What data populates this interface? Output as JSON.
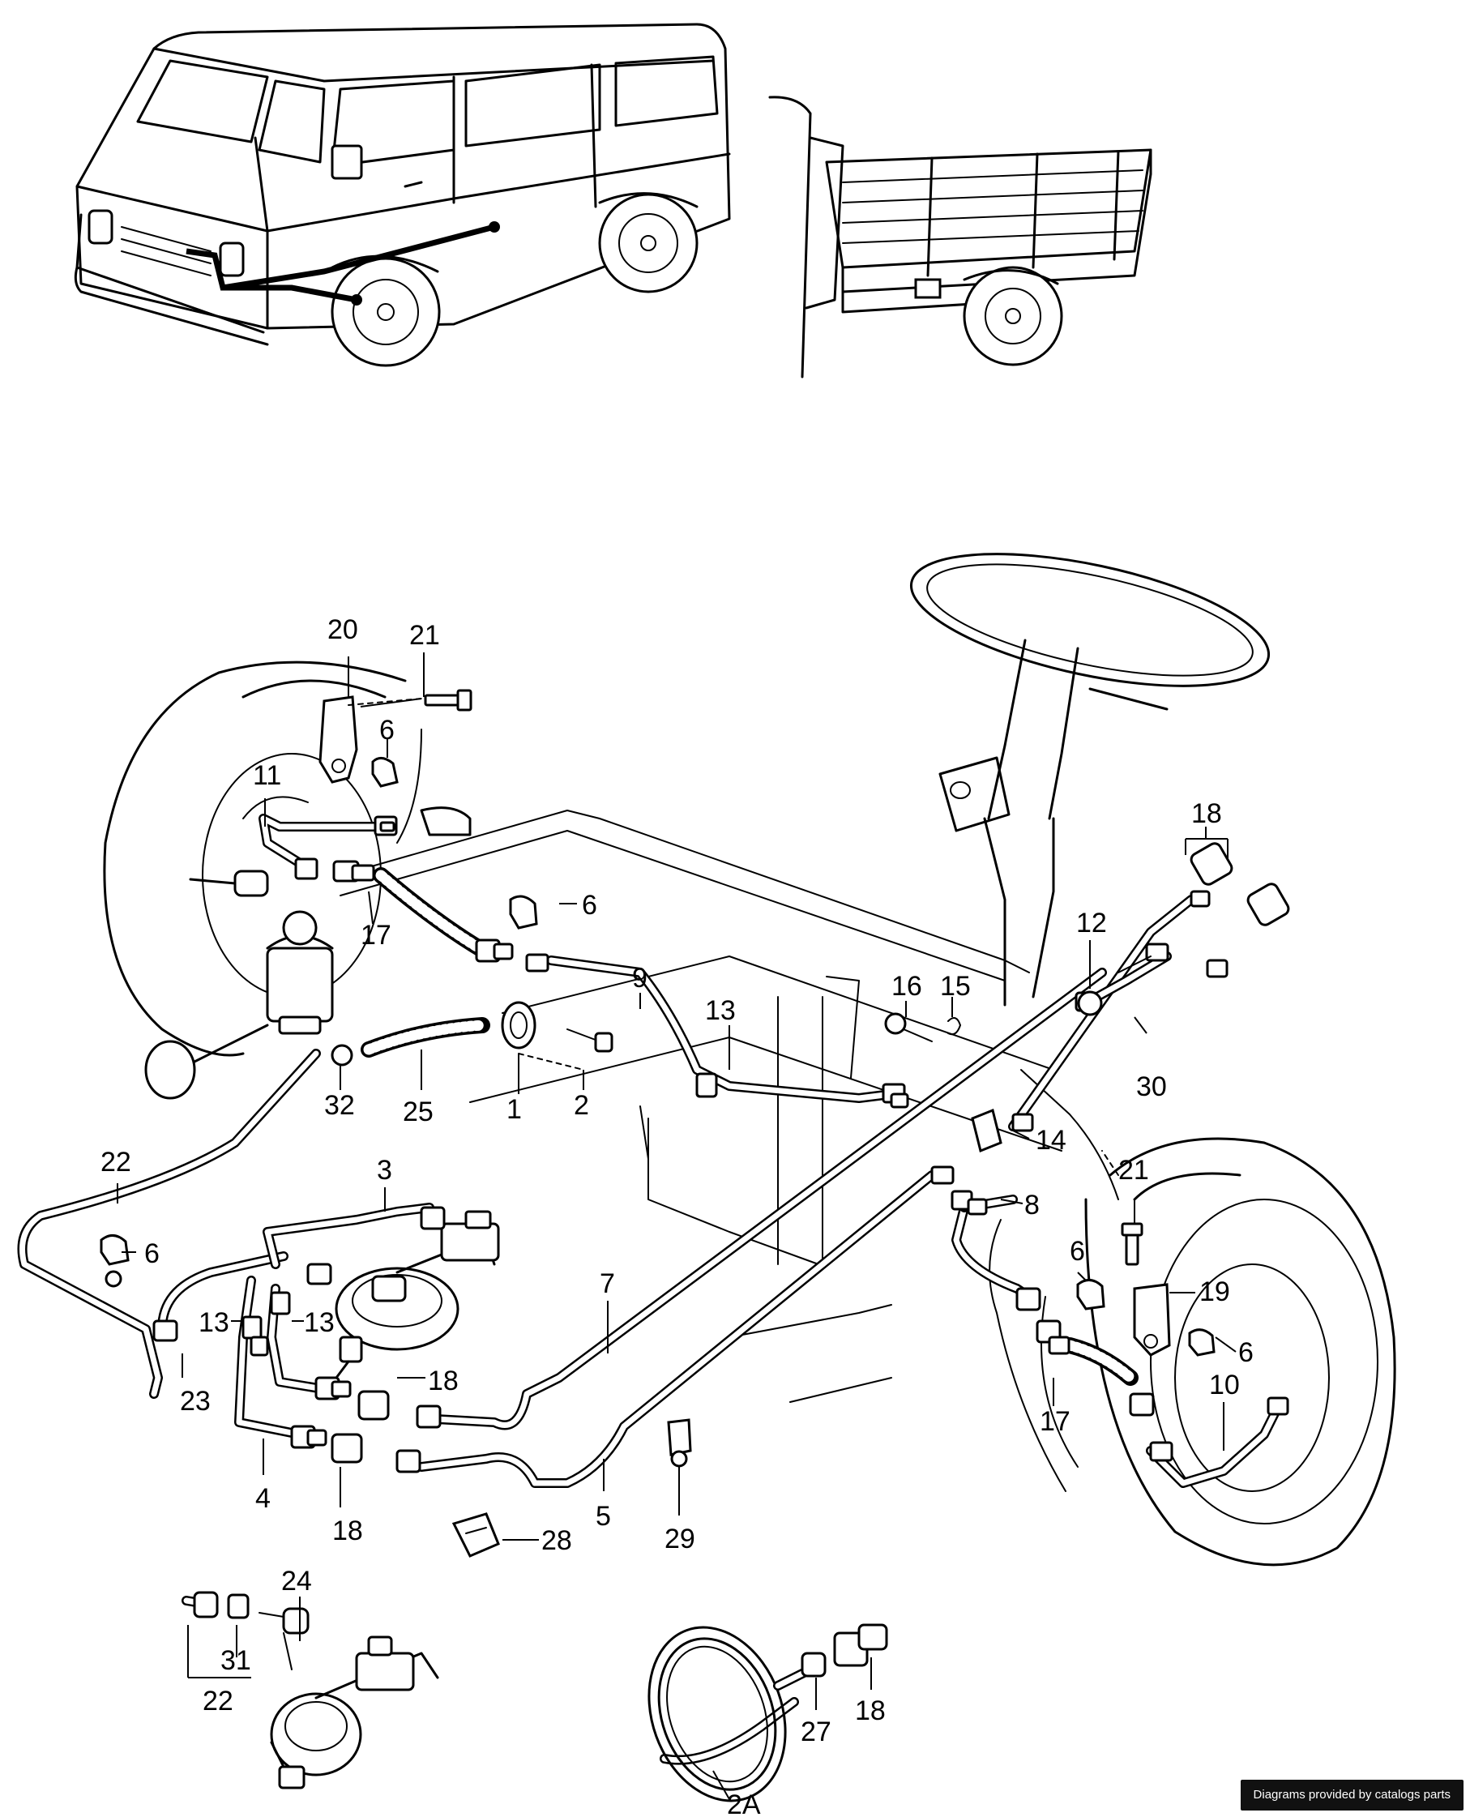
{
  "colors": {
    "ink": "#000000",
    "paper": "#ffffff",
    "badge_bg": "#111111",
    "badge_text": "#ffffff"
  },
  "callouts": {
    "c1": "1",
    "c2": "2",
    "c2A": "2A",
    "c3": "3",
    "c4": "4",
    "c5": "5",
    "c6a": "6",
    "c6b": "6",
    "c6c": "6",
    "c6d": "6",
    "c6e": "6",
    "c7": "7",
    "c8": "8",
    "c9": "9",
    "c10": "10",
    "c11": "11",
    "c12": "12",
    "c13a": "13",
    "c13b": "13",
    "c13c": "13",
    "c14": "14",
    "c15": "15",
    "c16": "16",
    "c17a": "17",
    "c17b": "17",
    "c18a": "18",
    "c18b": "18",
    "c18c": "18",
    "c18d": "18",
    "c19": "19",
    "c20": "20",
    "c21a": "21",
    "c21b": "21",
    "c22a": "22",
    "c22b": "22",
    "c23": "23",
    "c24": "24",
    "c25": "25",
    "c27": "27",
    "c28": "28",
    "c29": "29",
    "c30": "30",
    "c31": "31",
    "c32": "32"
  },
  "footer": {
    "credit": "Diagrams provided by catalogs parts"
  }
}
